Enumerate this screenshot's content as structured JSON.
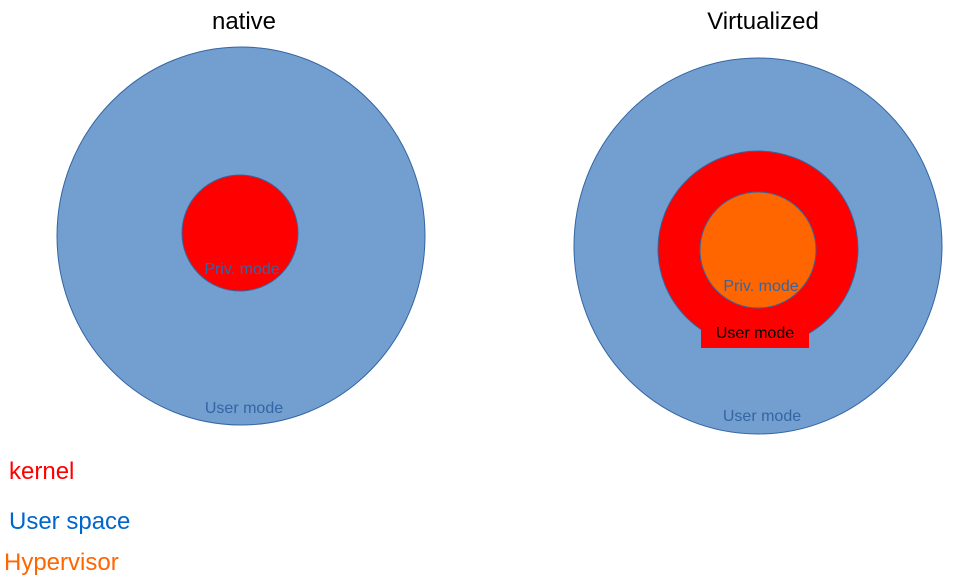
{
  "colors": {
    "user_space": "#729fcf",
    "user_space_stroke": "#3465a4",
    "kernel": "#ff0000",
    "hypervisor": "#ff6600",
    "label_blue_text": "#3465a4",
    "legend_user_text": "#0066cc"
  },
  "native": {
    "title": "native",
    "inner_label": "Priv. mode",
    "outer_label": "User mode"
  },
  "virtualized": {
    "title": "Virtualized",
    "inner_label": "Priv. mode",
    "middle_label": "User mode",
    "outer_label": "User mode"
  },
  "legend": {
    "kernel": "kernel",
    "user_space": "User space",
    "hypervisor": "Hypervisor"
  }
}
